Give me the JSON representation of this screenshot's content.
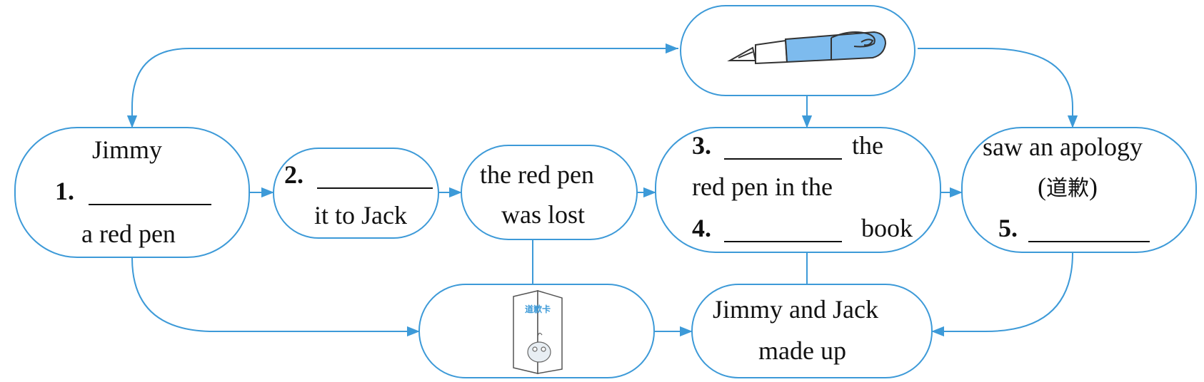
{
  "boxes": {
    "pen_image": {
      "icon": "fountain-pen-icon"
    },
    "jimmy": {
      "line1": "Jimmy",
      "num": "1.",
      "line3": "a red pen"
    },
    "gave": {
      "num": "2.",
      "line2": "it to Jack"
    },
    "lost": {
      "line1": "the red pen",
      "line2": "was lost"
    },
    "found": {
      "num1": "3.",
      "after1": "the",
      "line2": "red pen in the",
      "num2": "4.",
      "after2": "book"
    },
    "apology": {
      "line1": "saw an apology",
      "paren_open": "(",
      "cjk": "道歉",
      "paren_close": ")",
      "num": "5."
    },
    "card_image": {
      "icon": "apology-card-icon",
      "card_text": "道歉卡"
    },
    "made_up": {
      "line1": "Jimmy and Jack",
      "line2": "made up"
    }
  },
  "colors": {
    "accent": "#3d9ad8",
    "pen_blue": "#7dbbee",
    "text": "#111111"
  }
}
